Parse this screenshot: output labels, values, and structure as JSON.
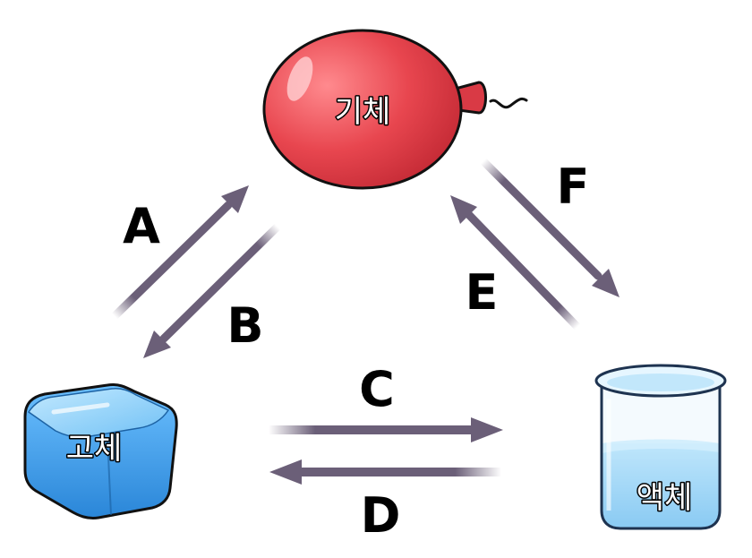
{
  "states": {
    "gas": "기체",
    "solid": "고체",
    "liquid": "액체"
  },
  "transitions": {
    "A": "A",
    "B": "B",
    "C": "C",
    "D": "D",
    "E": "E",
    "F": "F"
  },
  "colors": {
    "arrow": "#6b5f78",
    "balloon": "#e8464f",
    "ice": "#4fa9ee",
    "water": "#8fd0f7",
    "background": "#ffffff"
  },
  "icons": [
    "balloon-icon",
    "ice-cube-icon",
    "beaker-icon"
  ]
}
